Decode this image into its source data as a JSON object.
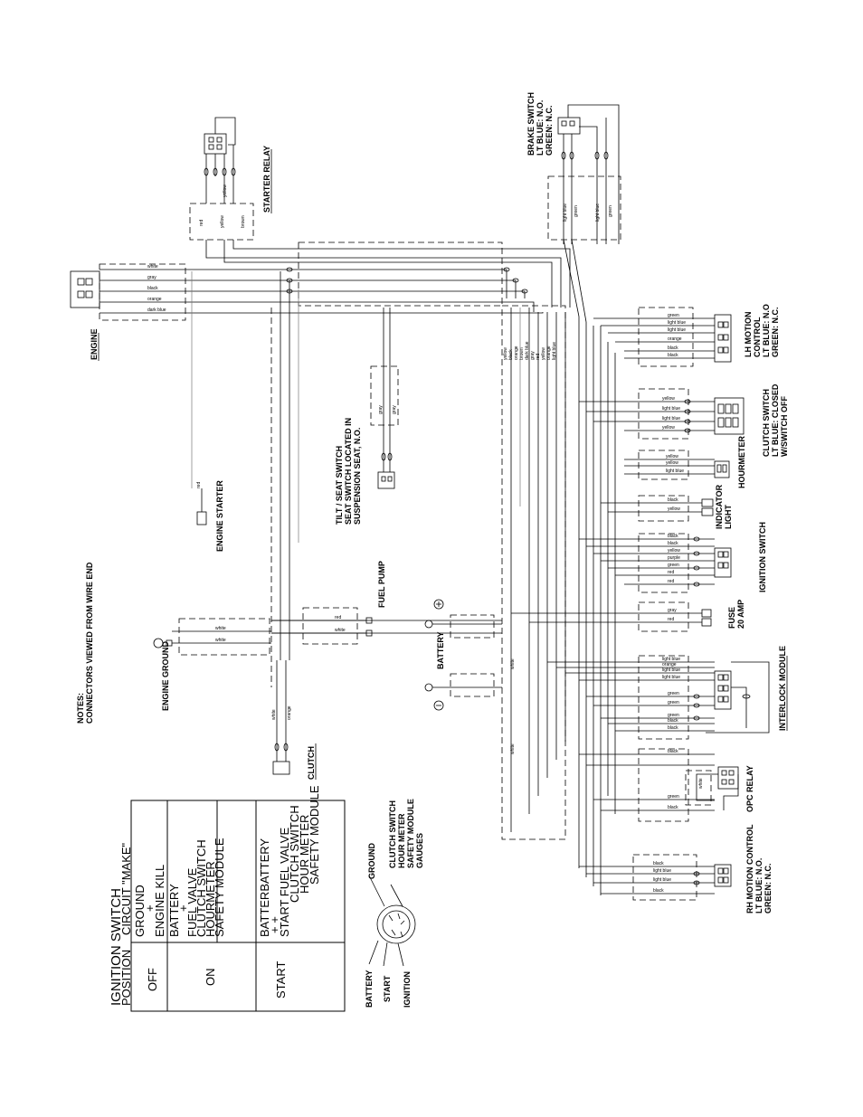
{
  "notes": {
    "line1": "NOTES:",
    "line2": "CONNECTORS VIEWED FROM WIRE END"
  },
  "components": {
    "starter_relay": "STARTER RELAY",
    "engine": "ENGINE",
    "engine_starter": "ENGINE STARTER",
    "engine_ground": "ENGINE GROUND",
    "clutch": "CLUTCH",
    "fuel_pump": "FUEL PUMP",
    "battery": "BATTERY",
    "tilt_seat": [
      "TILT / SEAT SWITCH",
      "SEAT SWITCH LOCATED IN",
      "SUSPENSION SEAT, N.O."
    ],
    "brake_switch": [
      "BRAKE SWITCH",
      "LT BLUE: N.O.",
      "GREEN: N.C."
    ],
    "lh_motion": [
      "LH MOTION",
      "CONTROL",
      "LT BLUE: N.O",
      "GREEN: N.C."
    ],
    "clutch_switch": [
      "CLUTCH SWITCH",
      "LT BLUE: CLOSED",
      "W/SWITCH OFF"
    ],
    "hourmeter": "HOURMETER",
    "indicator_light": [
      "INDICATOR",
      "LIGHT"
    ],
    "ignition_switch": "IGNITION SWITCH",
    "fuse": [
      "FUSE",
      "20 AMP"
    ],
    "interlock_module": "INTERLOCK MODULE",
    "opc_relay": "OPC RELAY",
    "rh_motion": [
      "RH MOTION CONTROL",
      "LT BLUE: N.O.",
      "GREEN: N.C."
    ]
  },
  "ignition_table": {
    "title": "IGNITION SWITCH",
    "headers": [
      "POSITION",
      "CIRCUIT \"MAKE\""
    ],
    "rows": [
      {
        "position": "OFF",
        "lines": [
          "GROUND",
          "+",
          "ENGINE KILL"
        ]
      },
      {
        "position": "ON",
        "lines": [
          "BATTERY",
          "+",
          "FUEL VALVE",
          "CLUTCH SWITCH",
          "HOURMETER",
          "SAFETY MODULE"
        ]
      },
      {
        "position": "START",
        "lines": [
          "BATTERBATTERY",
          "+        +",
          "START FUEL VALVE",
          "CLUTCH SWITCH",
          "HOUR METER",
          "SAFETY MODULE"
        ]
      }
    ]
  },
  "switch_pinout": {
    "left": [
      "BATTERY",
      "START",
      "IGNITION"
    ],
    "right": [
      "GROUND",
      "CLUTCH SWITCH",
      "HOUR METER",
      "SAFETY MODULE",
      "GAUGES"
    ]
  },
  "wire_colors": {
    "starter_relay": [
      "red",
      "yellow",
      "brown"
    ],
    "relay_pins": [
      "yellow"
    ],
    "engine": [
      "white",
      "gray",
      "black",
      "orange",
      "dark blue"
    ],
    "engine_starter": [
      "red"
    ],
    "engine_ground": [
      "white",
      "white"
    ],
    "fuel_pump": [
      "red",
      "white"
    ],
    "clutch": [
      "white",
      "orange"
    ],
    "tilt_seat": [
      "gray",
      "gray"
    ],
    "brake_switch": [
      "light blue",
      "green",
      "light blue",
      "green"
    ],
    "bundle": [
      "yellow",
      "black",
      "orange",
      "brown",
      "dark blue",
      "gray",
      "red",
      "yellow",
      "orange",
      "light blue"
    ],
    "lh_motion": [
      "green",
      "light blue",
      "light blue",
      "orange",
      "black",
      "black"
    ],
    "clutch_sw": [
      "yellow",
      "light blue",
      "light blue",
      "yellow"
    ],
    "hourmeter": [
      "yellow",
      "yellow",
      "light blue"
    ],
    "indicator": [
      "black",
      "yellow"
    ],
    "ignition": [
      "black",
      "black",
      "yellow",
      "purple",
      "green",
      "red",
      "red"
    ],
    "fuse": [
      "gray",
      "red"
    ],
    "interlock": [
      "light blue",
      "orange",
      "light blue",
      "light blue",
      "green",
      "green",
      "green",
      "black",
      "black"
    ],
    "opc": [
      "black",
      "white",
      "green",
      "black"
    ],
    "rh_motion": [
      "black",
      "light blue",
      "light blue",
      "black"
    ],
    "battery": [
      "white",
      "white"
    ]
  }
}
